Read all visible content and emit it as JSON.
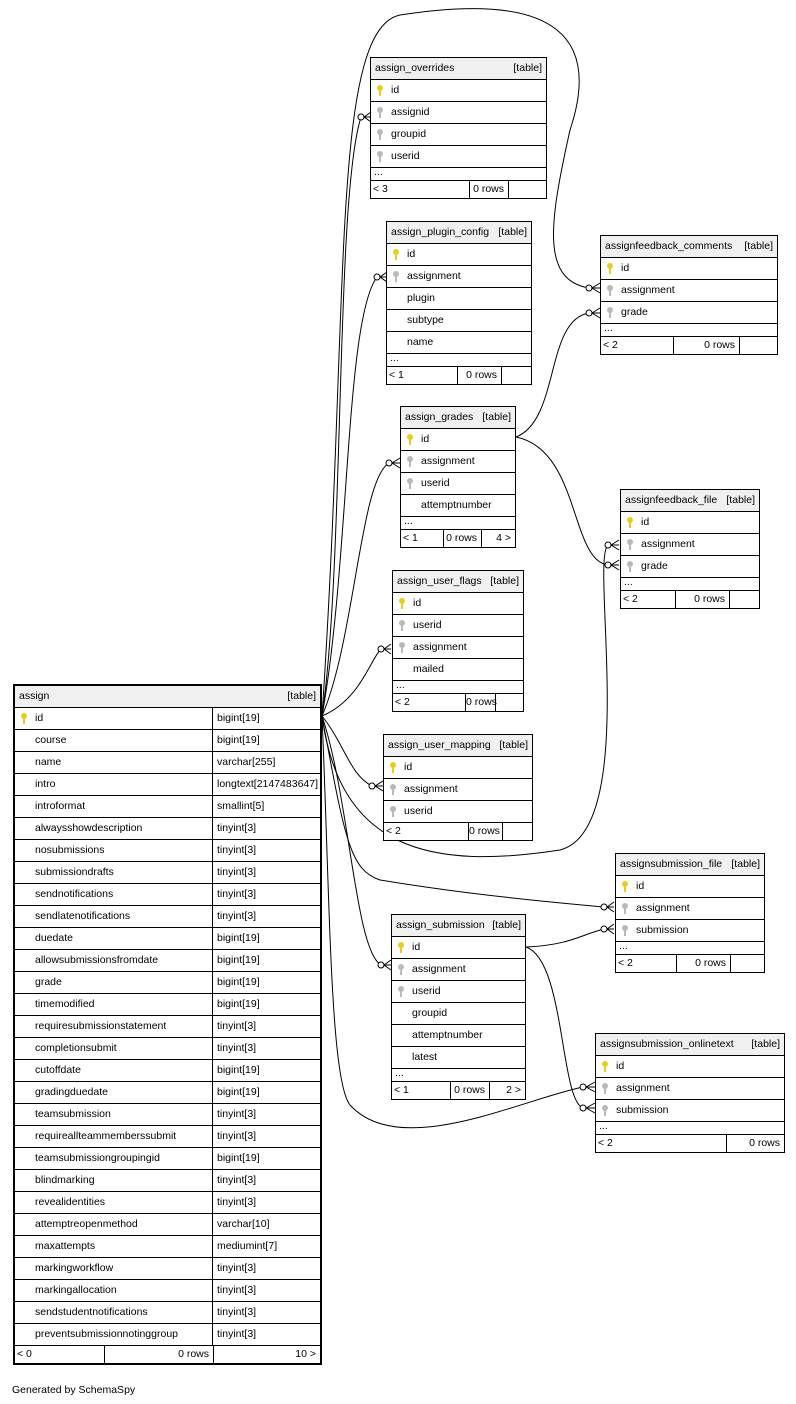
{
  "credit": "Generated by SchemaSpy",
  "colors": {
    "primary_key": "#e9cd1c",
    "foreign_key": "#b9b9b9",
    "header_bg": "#f0f0f0"
  },
  "tables": {
    "assign": {
      "name": "assign",
      "tag": "[table]",
      "columns": [
        {
          "name": "id",
          "type": "bigint[19]",
          "key": "pk"
        },
        {
          "name": "course",
          "type": "bigint[19]"
        },
        {
          "name": "name",
          "type": "varchar[255]"
        },
        {
          "name": "intro",
          "type": "longtext[2147483647]"
        },
        {
          "name": "introformat",
          "type": "smallint[5]"
        },
        {
          "name": "alwaysshowdescription",
          "type": "tinyint[3]"
        },
        {
          "name": "nosubmissions",
          "type": "tinyint[3]"
        },
        {
          "name": "submissiondrafts",
          "type": "tinyint[3]"
        },
        {
          "name": "sendnotifications",
          "type": "tinyint[3]"
        },
        {
          "name": "sendlatenotifications",
          "type": "tinyint[3]"
        },
        {
          "name": "duedate",
          "type": "bigint[19]"
        },
        {
          "name": "allowsubmissionsfromdate",
          "type": "bigint[19]"
        },
        {
          "name": "grade",
          "type": "bigint[19]"
        },
        {
          "name": "timemodified",
          "type": "bigint[19]"
        },
        {
          "name": "requiresubmissionstatement",
          "type": "tinyint[3]"
        },
        {
          "name": "completionsubmit",
          "type": "tinyint[3]"
        },
        {
          "name": "cutoffdate",
          "type": "bigint[19]"
        },
        {
          "name": "gradingduedate",
          "type": "bigint[19]"
        },
        {
          "name": "teamsubmission",
          "type": "tinyint[3]"
        },
        {
          "name": "requireallteammemberssubmit",
          "type": "tinyint[3]"
        },
        {
          "name": "teamsubmissiongroupingid",
          "type": "bigint[19]"
        },
        {
          "name": "blindmarking",
          "type": "tinyint[3]"
        },
        {
          "name": "revealidentities",
          "type": "tinyint[3]"
        },
        {
          "name": "attemptreopenmethod",
          "type": "varchar[10]"
        },
        {
          "name": "maxattempts",
          "type": "mediumint[7]"
        },
        {
          "name": "markingworkflow",
          "type": "tinyint[3]"
        },
        {
          "name": "markingallocation",
          "type": "tinyint[3]"
        },
        {
          "name": "sendstudentnotifications",
          "type": "tinyint[3]"
        },
        {
          "name": "preventsubmissionnotinggroup",
          "type": "tinyint[3]"
        }
      ],
      "ellipsis": "",
      "footer": {
        "left": "< 0",
        "mid": "0 rows",
        "right": "10 >"
      }
    },
    "assign_overrides": {
      "name": "assign_overrides",
      "tag": "[table]",
      "columns": [
        {
          "name": "id",
          "key": "pk"
        },
        {
          "name": "assignid",
          "key": "fk"
        },
        {
          "name": "groupid",
          "key": "fk"
        },
        {
          "name": "userid",
          "key": "fk"
        }
      ],
      "ellipsis": "...",
      "footer": {
        "left": "< 3",
        "mid": "0 rows",
        "right": ""
      }
    },
    "assign_plugin_config": {
      "name": "assign_plugin_config",
      "tag": "[table]",
      "columns": [
        {
          "name": "id",
          "key": "pk"
        },
        {
          "name": "assignment",
          "key": "fk"
        },
        {
          "name": "plugin"
        },
        {
          "name": "subtype"
        },
        {
          "name": "name"
        }
      ],
      "ellipsis": "...",
      "footer": {
        "left": "< 1",
        "mid": "0 rows",
        "right": ""
      }
    },
    "assign_grades": {
      "name": "assign_grades",
      "tag": "[table]",
      "columns": [
        {
          "name": "id",
          "key": "pk"
        },
        {
          "name": "assignment",
          "key": "fk"
        },
        {
          "name": "userid",
          "key": "fk"
        },
        {
          "name": "attemptnumber"
        }
      ],
      "ellipsis": "...",
      "footer": {
        "left": "< 1",
        "mid": "0 rows",
        "right": "4 >"
      }
    },
    "assign_user_flags": {
      "name": "assign_user_flags",
      "tag": "[table]",
      "columns": [
        {
          "name": "id",
          "key": "pk"
        },
        {
          "name": "userid",
          "key": "fk"
        },
        {
          "name": "assignment",
          "key": "fk"
        },
        {
          "name": "mailed"
        }
      ],
      "ellipsis": "...",
      "footer": {
        "left": "< 2",
        "mid": "0 rows",
        "right": ""
      }
    },
    "assign_user_mapping": {
      "name": "assign_user_mapping",
      "tag": "[table]",
      "columns": [
        {
          "name": "id",
          "key": "pk"
        },
        {
          "name": "assignment",
          "key": "fk"
        },
        {
          "name": "userid",
          "key": "fk"
        }
      ],
      "ellipsis": "",
      "footer": {
        "left": "< 2",
        "mid": "0 rows",
        "right": ""
      }
    },
    "assign_submission": {
      "name": "assign_submission",
      "tag": "[table]",
      "columns": [
        {
          "name": "id",
          "key": "pk"
        },
        {
          "name": "assignment",
          "key": "fk"
        },
        {
          "name": "userid",
          "key": "fk"
        },
        {
          "name": "groupid"
        },
        {
          "name": "attemptnumber"
        },
        {
          "name": "latest"
        }
      ],
      "ellipsis": "...",
      "footer": {
        "left": "< 1",
        "mid": "0 rows",
        "right": "2 >"
      }
    },
    "assignfeedback_comments": {
      "name": "assignfeedback_comments",
      "tag": "[table]",
      "columns": [
        {
          "name": "id",
          "key": "pk"
        },
        {
          "name": "assignment",
          "key": "fk"
        },
        {
          "name": "grade",
          "key": "fk"
        }
      ],
      "ellipsis": "...",
      "footer": {
        "left": "< 2",
        "mid": "0 rows",
        "right": ""
      }
    },
    "assignfeedback_file": {
      "name": "assignfeedback_file",
      "tag": "[table]",
      "columns": [
        {
          "name": "id",
          "key": "pk"
        },
        {
          "name": "assignment",
          "key": "fk"
        },
        {
          "name": "grade",
          "key": "fk"
        }
      ],
      "ellipsis": "...",
      "footer": {
        "left": "< 2",
        "mid": "0 rows",
        "right": ""
      }
    },
    "assignsubmission_file": {
      "name": "assignsubmission_file",
      "tag": "[table]",
      "columns": [
        {
          "name": "id",
          "key": "pk"
        },
        {
          "name": "assignment",
          "key": "fk"
        },
        {
          "name": "submission",
          "key": "fk"
        }
      ],
      "ellipsis": "...",
      "footer": {
        "left": "< 2",
        "mid": "0 rows",
        "right": ""
      }
    },
    "assignsubmission_onlinetext": {
      "name": "assignsubmission_onlinetext",
      "tag": "[table]",
      "columns": [
        {
          "name": "id",
          "key": "pk"
        },
        {
          "name": "assignment",
          "key": "fk"
        },
        {
          "name": "submission",
          "key": "fk"
        }
      ],
      "ellipsis": "...",
      "footer": {
        "left": "< 2",
        "mid": "0 rows",
        "right": ""
      }
    }
  }
}
